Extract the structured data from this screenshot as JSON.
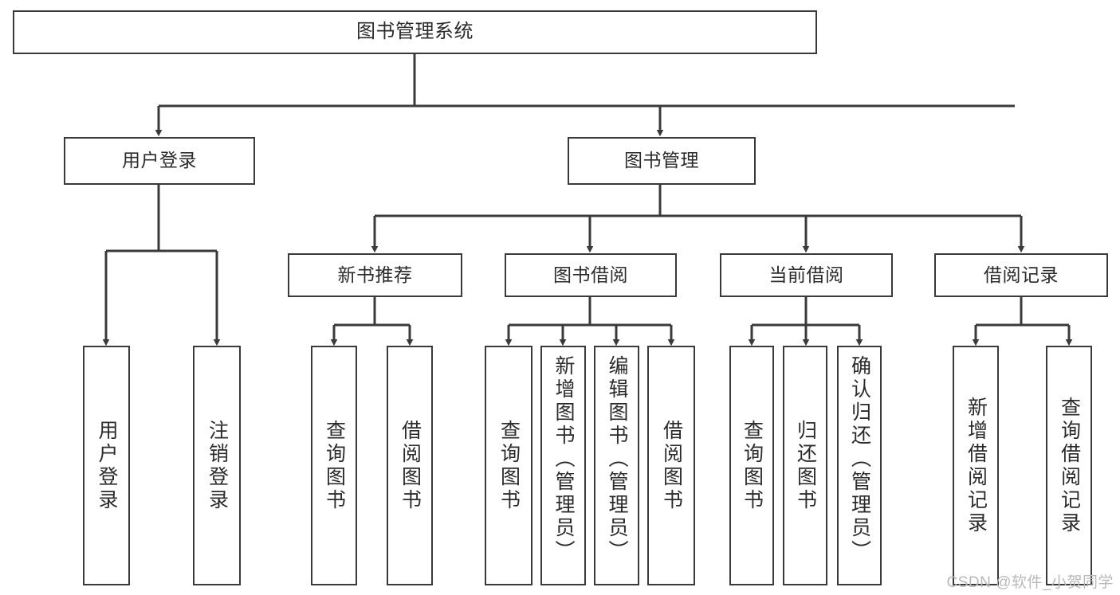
{
  "diagram": {
    "title": "图书管理系统",
    "type": "tree",
    "colors": {
      "stroke": "#3a3a3a",
      "box_fill": "#ffffff",
      "text": "#2b2b2b",
      "watermark": "#b9b9b9",
      "background": "#ffffff"
    },
    "watermark": "CSDN @软件_小贺同学"
  },
  "nodes": {
    "root": {
      "label": "图书管理系统"
    },
    "level2": [
      {
        "id": "user-login",
        "label": "用户登录"
      },
      {
        "id": "book-manage",
        "label": "图书管理"
      }
    ],
    "level3": [
      {
        "id": "new-book-recommend",
        "label": "新书推荐"
      },
      {
        "id": "book-borrow",
        "label": "图书借阅"
      },
      {
        "id": "current-borrow",
        "label": "当前借阅"
      },
      {
        "id": "borrow-record",
        "label": "借阅记录"
      }
    ],
    "leaves": {
      "user_login": [
        {
          "id": "leaf-user-login",
          "label": "用户登录"
        },
        {
          "id": "leaf-logout",
          "label": "注销登录"
        }
      ],
      "new_book_recommend": [
        {
          "id": "leaf-query-book-1",
          "label": "查询图书"
        },
        {
          "id": "leaf-borrow-book-1",
          "label": "借阅图书"
        }
      ],
      "book_borrow": [
        {
          "id": "leaf-query-book-2",
          "label": "查询图书"
        },
        {
          "id": "leaf-add-book",
          "label": "新增图书（管理员）"
        },
        {
          "id": "leaf-edit-book",
          "label": "编辑图书（管理员）"
        },
        {
          "id": "leaf-borrow-book-2",
          "label": "借阅图书"
        }
      ],
      "current_borrow": [
        {
          "id": "leaf-query-book-3",
          "label": "查询图书"
        },
        {
          "id": "leaf-return-book",
          "label": "归还图书"
        },
        {
          "id": "leaf-confirm-return",
          "label": "确认归还（管理员）"
        }
      ],
      "borrow_record": [
        {
          "id": "leaf-add-record",
          "label": "新增借阅记录"
        },
        {
          "id": "leaf-query-record",
          "label": "查询借阅记录"
        }
      ]
    }
  }
}
